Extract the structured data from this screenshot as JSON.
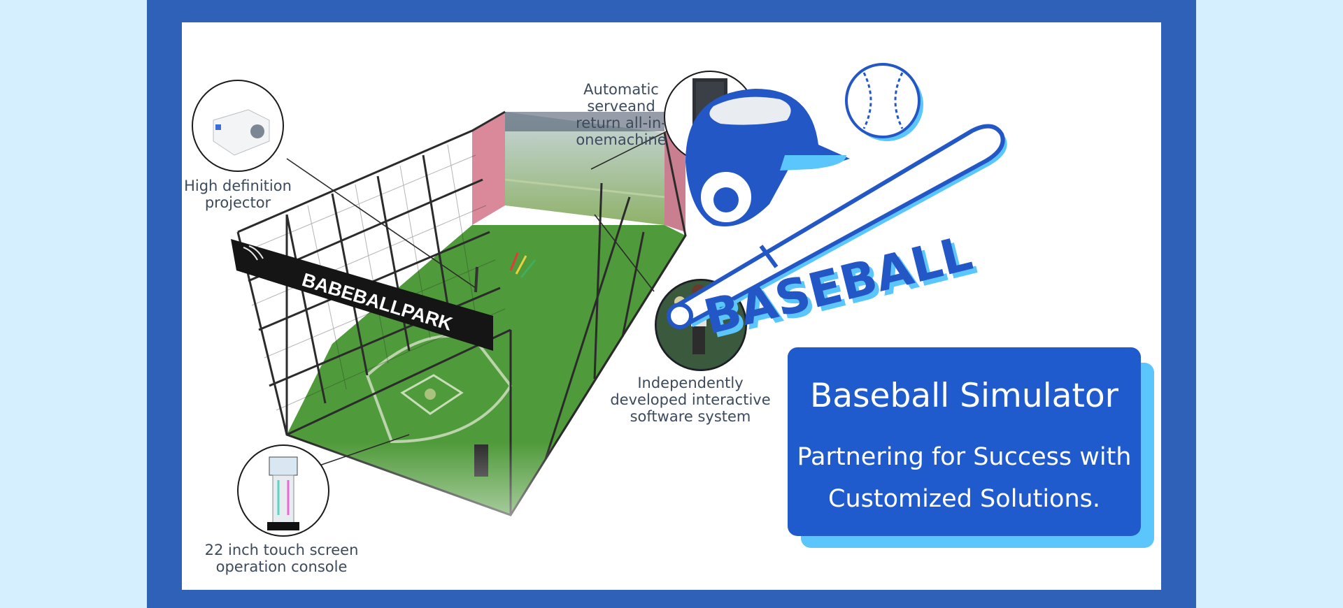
{
  "features": {
    "projector": {
      "line1": "High definition",
      "line2": "projector"
    },
    "machine": {
      "line1": "Automatic serveand",
      "line2": "return all-in-",
      "line3": "onemachine"
    },
    "software": {
      "line1": "Independently",
      "line2": "developed interactive",
      "line3": "software system"
    },
    "console": {
      "line1": "22 inch touch screen",
      "line2": "operation console"
    }
  },
  "cage": {
    "banner_text": "BABEBALLPARK"
  },
  "logo": {
    "word": "BASEBALL"
  },
  "promo": {
    "title": "Baseball Simulator",
    "subtitle_line1": "Partnering for Success with",
    "subtitle_line2": "Customized Solutions."
  },
  "colors": {
    "page_background": "#d6efff",
    "frame_blue": "#2f61b8",
    "card_blue": "#205bcd",
    "card_shadow": "#5bc6fb",
    "turf_green": "#4f9a3a",
    "logo_blue": "#2457c6"
  }
}
